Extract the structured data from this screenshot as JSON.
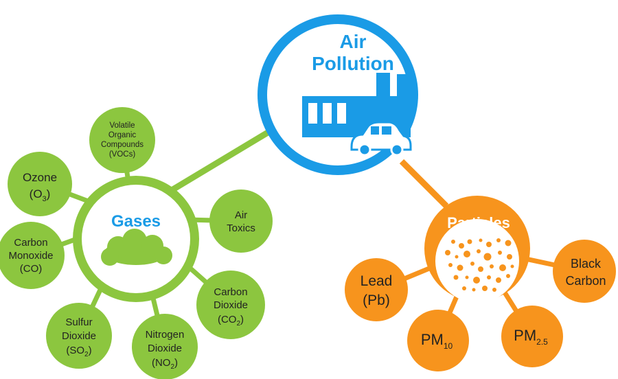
{
  "colors": {
    "blue": "#1a9be6",
    "green": "#8cc63f",
    "orange": "#f7941d",
    "white": "#ffffff",
    "label": "#222222"
  },
  "center": {
    "title_line1": "Air",
    "title_line2": "Pollution",
    "icon": "factory-with-car-icon"
  },
  "gases": {
    "title": "Gases",
    "icon": "cloud-icon",
    "items": [
      {
        "lines": [
          "Volatile",
          "Organic",
          "Compounds",
          "(VOCs)"
        ]
      },
      {
        "base": "Ozone",
        "formula_pre": "(O",
        "formula_sub": "3",
        "formula_post": ")"
      },
      {
        "lines": [
          "Air",
          "Toxics"
        ]
      },
      {
        "lines": [
          "Carbon",
          "Monoxide",
          "(CO)"
        ]
      },
      {
        "lines": [
          "Carbon",
          "Dioxide"
        ],
        "formula_pre": "(CO",
        "formula_sub": "2",
        "formula_post": ")"
      },
      {
        "lines": [
          "Sulfur",
          "Dioxide"
        ],
        "formula_pre": "(SO",
        "formula_sub": "2",
        "formula_post": ")"
      },
      {
        "lines": [
          "Nitrogen",
          "Dioxide"
        ],
        "formula_pre": "(NO",
        "formula_sub": "2",
        "formula_post": ")"
      }
    ]
  },
  "particles": {
    "title": "Particles",
    "icon": "particles-dots-icon",
    "items": [
      {
        "lines": [
          "Lead",
          "(Pb)"
        ]
      },
      {
        "lines": [
          "Black",
          "Carbon"
        ]
      },
      {
        "main": "PM",
        "sub": "10"
      },
      {
        "main": "PM",
        "sub": "2.5"
      }
    ]
  }
}
